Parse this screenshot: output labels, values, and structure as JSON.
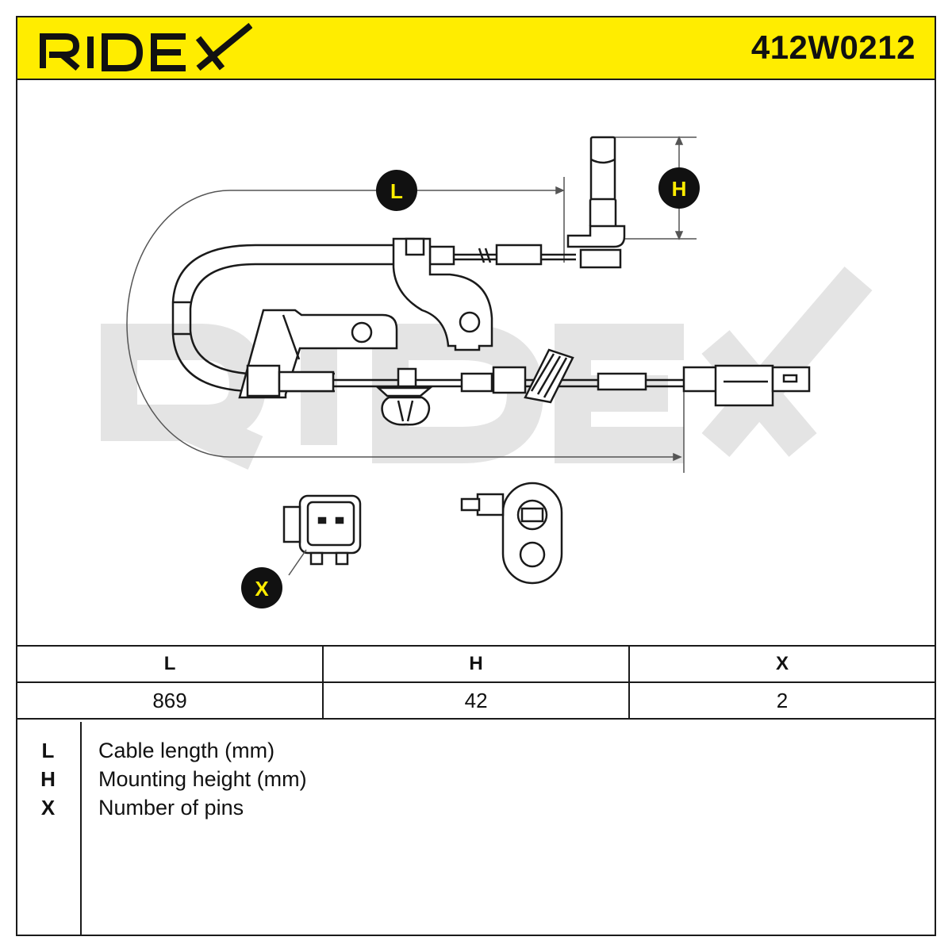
{
  "header": {
    "brand": "RIDEX",
    "part_number": "412W0212",
    "background_color": "#ffed00"
  },
  "drawing": {
    "watermark": "RIDEX",
    "callouts": {
      "length": "L",
      "height": "H",
      "pins": "X"
    }
  },
  "spec_table": {
    "headers": [
      "L",
      "H",
      "X"
    ],
    "values": [
      "869",
      "42",
      "2"
    ]
  },
  "legend": [
    {
      "key": "L",
      "text": "Cable length (mm)"
    },
    {
      "key": "H",
      "text": "Mounting height (mm)"
    },
    {
      "key": "X",
      "text": "Number of pins"
    }
  ]
}
